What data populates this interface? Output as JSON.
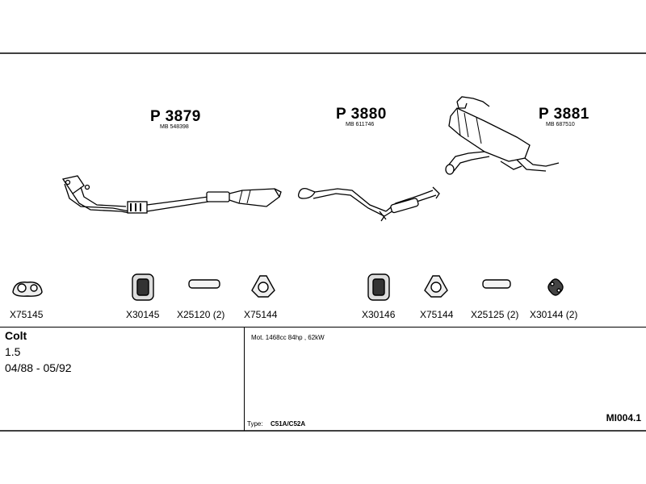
{
  "parts": [
    {
      "number": "P 3879",
      "mb": "MB 548398"
    },
    {
      "number": "P 3880",
      "mb": "MB 611746"
    },
    {
      "number": "P 3881",
      "mb": "MB 687510"
    }
  ],
  "fittings": [
    {
      "label": "X75145",
      "icon": "gasket-icon"
    },
    {
      "label": "X30145",
      "icon": "rubber-hanger-icon"
    },
    {
      "label": "X25120 (2)",
      "icon": "pipe-connector-icon"
    },
    {
      "label": "X75144",
      "icon": "flange-gasket-icon"
    },
    {
      "label": "X30146",
      "icon": "rubber-hanger-icon"
    },
    {
      "label": "X75144",
      "icon": "flange-gasket-icon"
    },
    {
      "label": "X25125 (2)",
      "icon": "pipe-connector-icon"
    },
    {
      "label": "X30144 (2)",
      "icon": "rubber-mount-icon"
    }
  ],
  "vehicle": {
    "model": "Colt",
    "engine": "1.5",
    "dates": "04/88 - 05/92"
  },
  "spec": {
    "motor": "Mot. 1468cc 84hp , 62kW",
    "type_label": "Type:",
    "type_value": "C51A/C52A"
  },
  "diagram_code": "MI004.1"
}
